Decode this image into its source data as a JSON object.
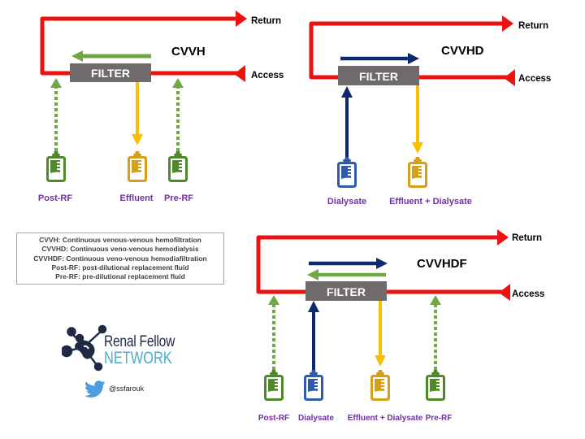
{
  "colors": {
    "blood_line": "#ee1111",
    "filter": "#6f6b6b",
    "replacement_fluid": "#70a845",
    "dialysate": "#0d2a6e",
    "dialysate_bag": "#2e5cab",
    "effluent": "#f9bf00",
    "effluent_bag": "#d4a017",
    "rf_bag": "#4f8a2a",
    "label_purple": "#7030a0",
    "logo_dark": "#1f2a44",
    "logo_light": "#4bacc6",
    "twitter": "#4d9de0"
  },
  "diagrams": {
    "cvvh": {
      "title": "CVVH",
      "filter_label": "FILTER",
      "return_label": "Return",
      "access_label": "Access",
      "bags": [
        {
          "label": "Post-RF",
          "type": "replacement-fluid",
          "flow": "in"
        },
        {
          "label": "Effluent",
          "type": "effluent",
          "flow": "out"
        },
        {
          "label": "Pre-RF",
          "type": "replacement-fluid",
          "flow": "in"
        }
      ]
    },
    "cvvhd": {
      "title": "CVVHD",
      "filter_label": "FILTER",
      "return_label": "Return",
      "access_label": "Access",
      "bags": [
        {
          "label": "Dialysate",
          "type": "dialysate",
          "flow": "in"
        },
        {
          "label": "Effluent + Dialysate",
          "type": "effluent",
          "flow": "out"
        }
      ]
    },
    "cvvhdf": {
      "title": "CVVHDF",
      "filter_label": "FILTER",
      "return_label": "Return",
      "access_label": "Access",
      "bags": [
        {
          "label": "Post-RF",
          "type": "replacement-fluid",
          "flow": "in"
        },
        {
          "label": "Dialysate",
          "type": "dialysate",
          "flow": "in"
        },
        {
          "label": "Effluent + Dialysate",
          "type": "effluent",
          "flow": "out"
        },
        {
          "label": "Pre-RF",
          "type": "replacement-fluid",
          "flow": "in"
        }
      ]
    }
  },
  "legend": [
    "CVVH: Continuous venous-venous hemofiltration",
    "CVVHD: Continuous veno-venous hemodialysis",
    "CVVHDF: Continuous veno-venous hemodiafiltration",
    "Post-RF: post-dilutional replacement fluid",
    "Pre-RF: pre-dilutional replacement fluid"
  ],
  "logo": {
    "line1": "Renal Fellow",
    "line2": "NETWORK"
  },
  "social": {
    "icon": "twitter-bird-icon",
    "handle": "@ssfarouk"
  }
}
